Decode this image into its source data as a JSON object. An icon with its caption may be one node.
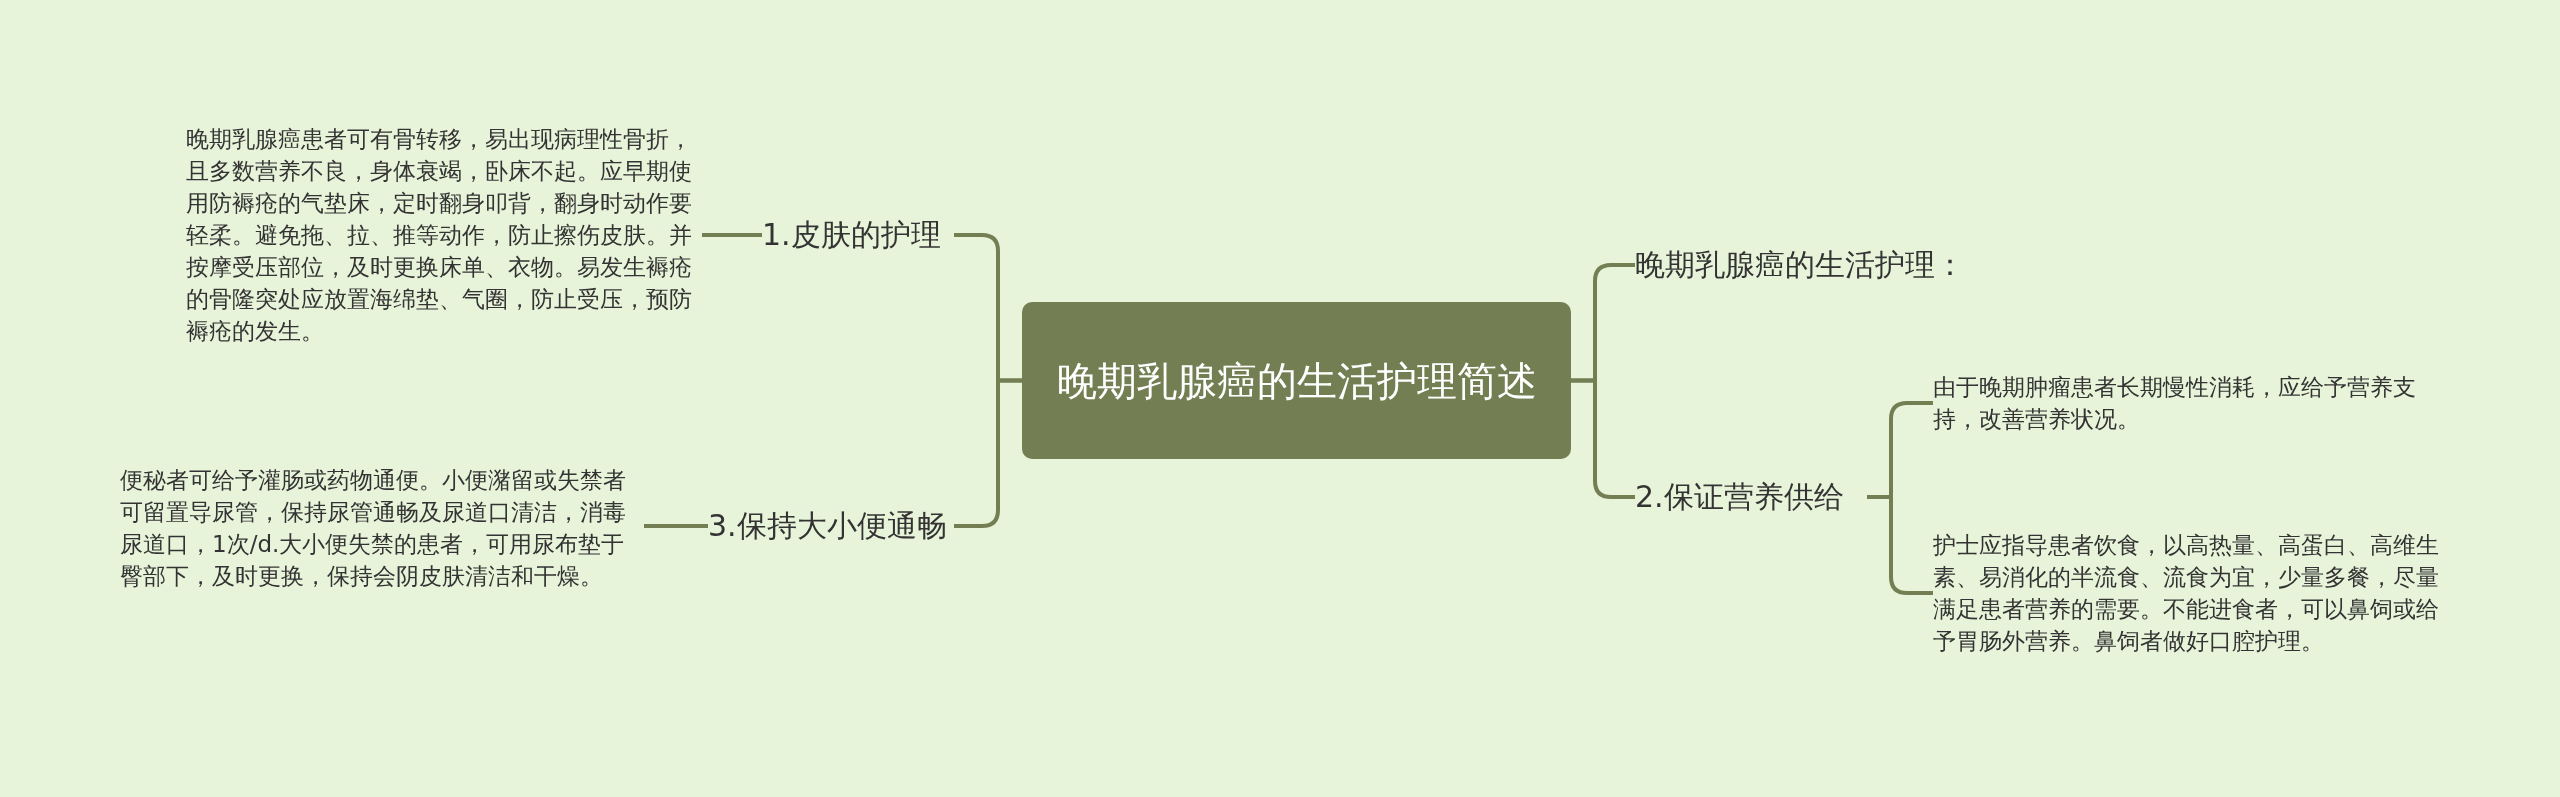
{
  "diagram": {
    "nodes": [
      {
        "text": [
          "晚期乳腺癌的生活护理简述"
        ]
      },
      {
        "text": [
          "1.皮肤的护理"
        ]
      },
      {
        "text": [
          "晚期乳腺癌患者可有骨转移，易出现病理性骨折，且多数营养不良，身体衰竭，卧床不起。应早期使用防褥疮的气垫床，定时翻身叩背，翻身时动作要轻柔。避免拖、拉、推等动作，防止擦伤皮肤。并按摩受压部位，及时更换床单、衣物。易发生褥疮的骨隆突处应放置海绵垫、气圈，防止受压，预防褥疮的发生。"
        ]
      },
      {
        "text": [
          "3.保持大小便通畅"
        ]
      },
      {
        "text": [
          "便秘者可给予灌肠或药物通便。小便潴留或失禁者可留置导尿管，保持尿管通畅及尿道口清洁，消毒尿道口，1次/d.大小便失禁的患者，可用尿布垫于臀部下，及时更换，保持会阴皮肤清洁和干燥。"
        ]
      },
      {
        "text": [
          "晚期乳腺癌的生活护理："
        ]
      },
      {
        "text": [
          "2.保证营养供给"
        ]
      },
      {
        "text": [
          "由于晚期肿瘤患者长期慢性消耗，应给予营养支持，改善营养状况。"
        ]
      },
      {
        "text": [
          "护士应指导患者饮食，以高热量、高蛋白、高维生素、易消化的半流食、流食为宜，少量多餐，尽量满足患者营养的需要。不能进食者，可以鼻饲或给予胃肠外营养。鼻饲者做好口腔护理。"
        ]
      }
    ],
    "edges": [
      {
        "from": 0,
        "to": 1,
        "arrow": "none"
      },
      {
        "from": 1,
        "to": 2,
        "arrow": "none"
      },
      {
        "from": 0,
        "to": 3,
        "arrow": "none"
      },
      {
        "from": 3,
        "to": 4,
        "arrow": "none"
      },
      {
        "from": 0,
        "to": 5,
        "arrow": "none"
      },
      {
        "from": 0,
        "to": 6,
        "arrow": "none"
      },
      {
        "from": 6,
        "to": 7,
        "arrow": "none"
      },
      {
        "from": 6,
        "to": 8,
        "arrow": "none"
      }
    ]
  }
}
